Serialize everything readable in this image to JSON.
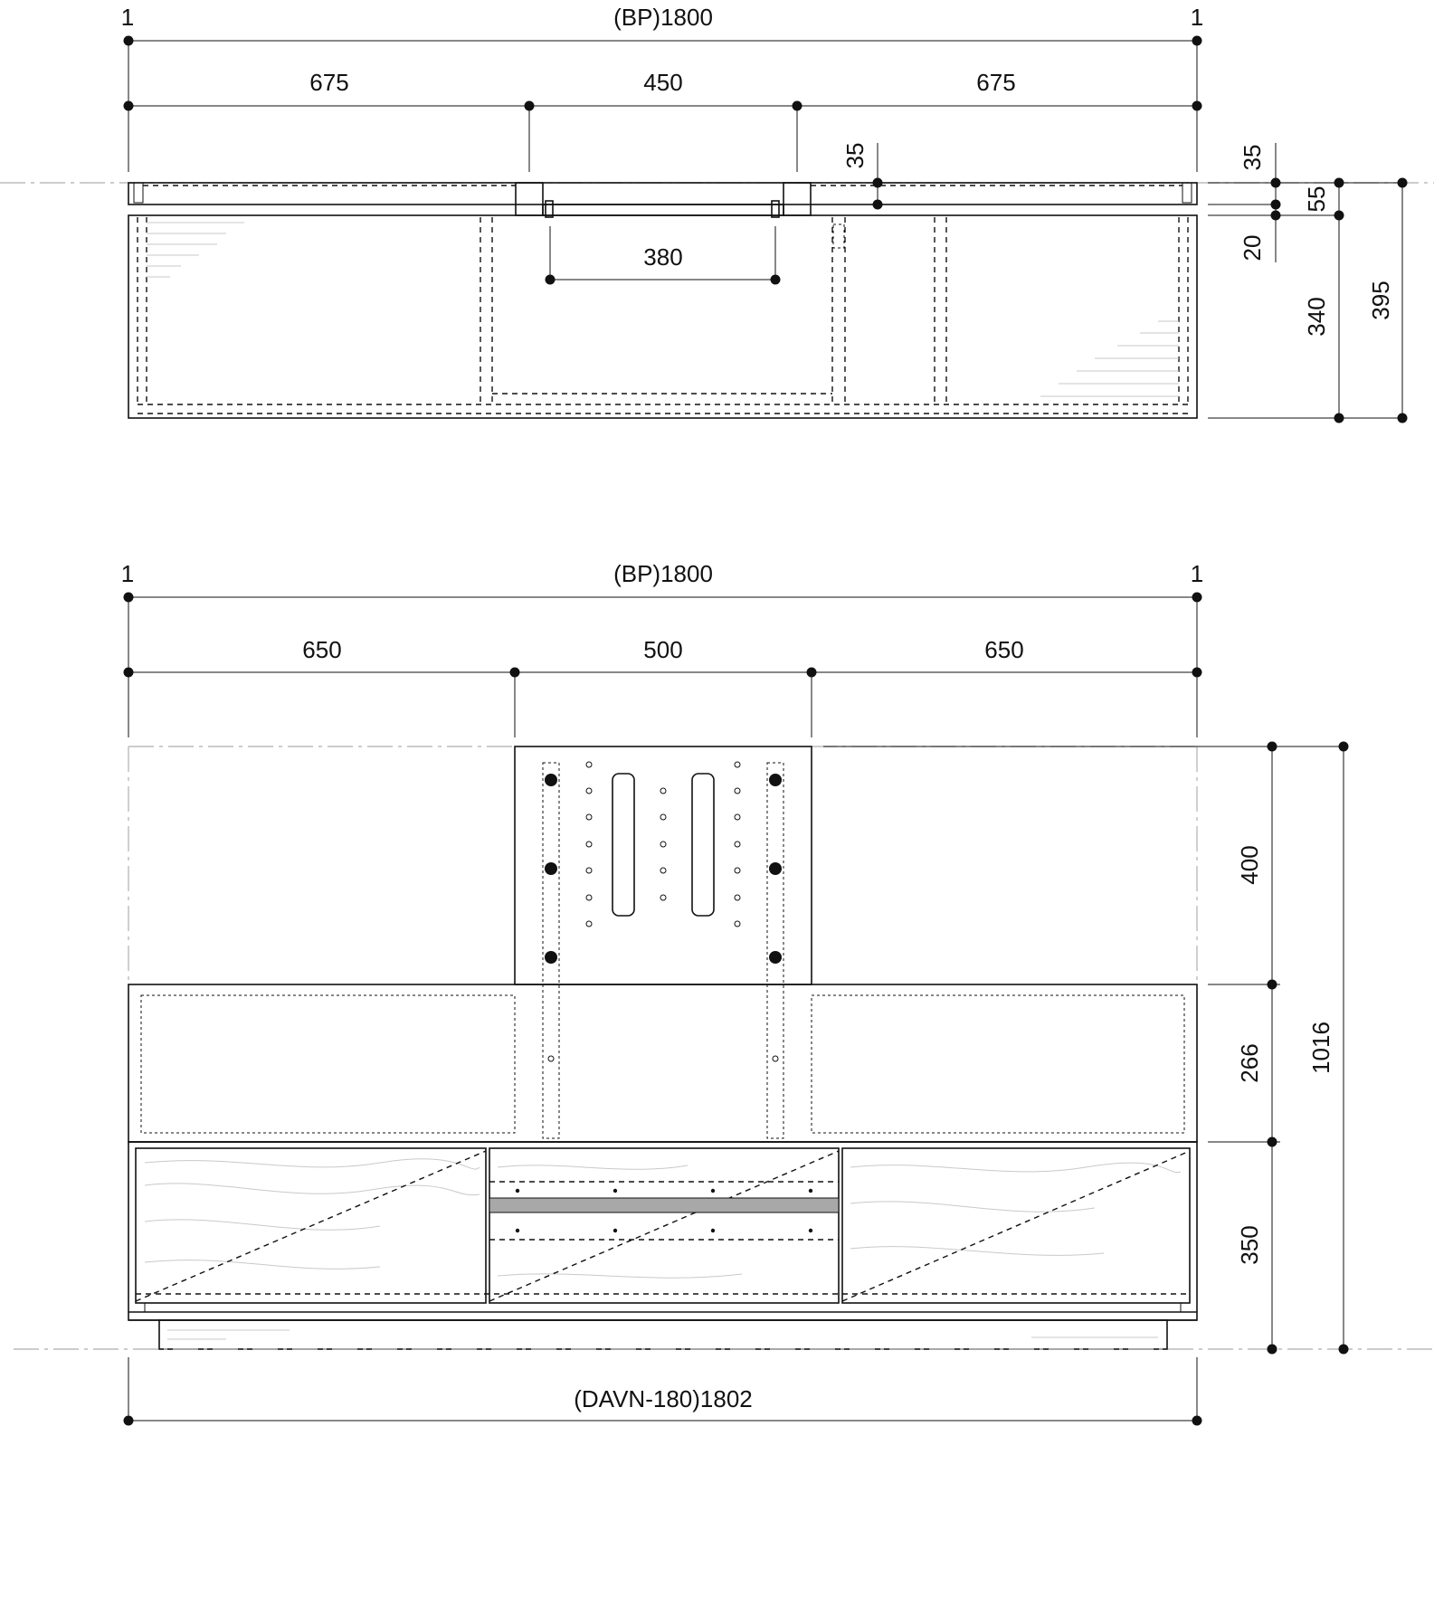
{
  "top_view": {
    "point_left": "1",
    "point_right": "1",
    "overall": "(BP)1800",
    "seg_left": "675",
    "seg_mid": "450",
    "seg_right": "675",
    "inner": "380",
    "dim_35_a": "35",
    "dim_35_b": "35",
    "dim_55": "55",
    "dim_20": "20",
    "dim_340": "340",
    "dim_395": "395"
  },
  "front_view": {
    "point_left": "1",
    "point_right": "1",
    "overall": "(BP)1800",
    "seg_left": "650",
    "seg_mid": "500",
    "seg_right": "650",
    "h_400": "400",
    "h_266": "266",
    "h_350": "350",
    "h_total": "1016",
    "base_width": "(DAVN-180)1802"
  }
}
